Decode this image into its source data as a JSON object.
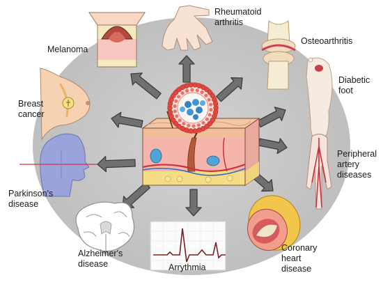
{
  "diagram": {
    "center": "skin-block-with-nanoparticle",
    "colors": {
      "background_disc": "#c9c9c9",
      "arrow_fill": "#6f6f6f",
      "arrow_stroke": "#3d3d3d",
      "skin_surface": "#f2c7a5",
      "dermis": "#f5b9b0",
      "blood_vessel": "#c8333b",
      "nanoparticle": "#e2473e",
      "nanoparticle_core": "#2e86c8"
    },
    "labels": {
      "rheumatoid": [
        "Rheumatoid",
        "arthritis"
      ],
      "osteoarthritis": [
        "Osteoarthritis"
      ],
      "diabetic": [
        "Diabetic",
        "foot"
      ],
      "peripheral": [
        "Peripheral",
        "artery",
        "diseases"
      ],
      "coronary": [
        "Coronary",
        "heart",
        "disease"
      ],
      "arrythmia": [
        "Arrythmia"
      ],
      "alzheimer": [
        "Alzheimer's",
        "disease"
      ],
      "parkinson": [
        "Parkinson's",
        "disease"
      ],
      "breast": [
        "Breast",
        "cancer"
      ],
      "melanoma": [
        "Melanoma"
      ]
    }
  }
}
